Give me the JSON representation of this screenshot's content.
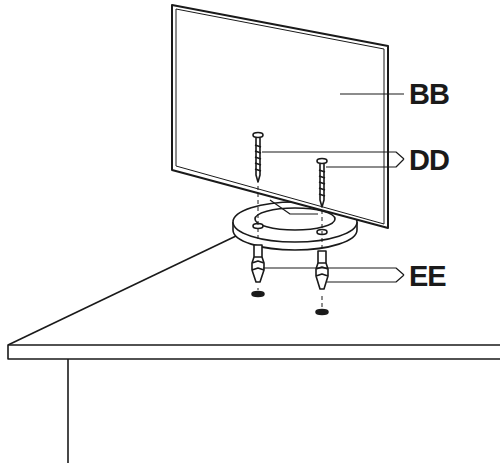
{
  "diagram": {
    "labels": [
      "BB",
      "DD",
      "EE"
    ]
  }
}
